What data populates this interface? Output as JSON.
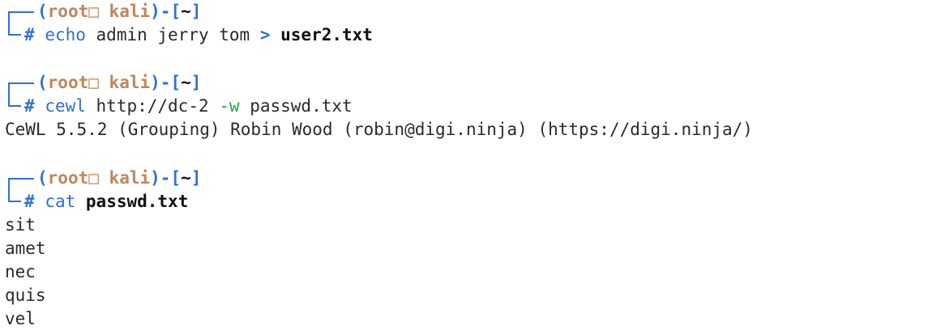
{
  "prompt": {
    "open_paren": "(",
    "user": "root",
    "glyph": "□",
    "host": "kali",
    "close_paren": ")",
    "dash": "-",
    "dir_open": "[",
    "dir": "~",
    "dir_close": "]",
    "symbol": "#"
  },
  "blocks": [
    {
      "cmd": "echo",
      "rest_plain": " admin jerry tom ",
      "redirect": ">",
      "target": "user2.txt"
    },
    {
      "cmd": "cewl",
      "url": " http://dc-2 ",
      "flag": "-w",
      "file": " passwd.txt",
      "output": "CeWL 5.5.2 (Grouping) Robin Wood (robin@digi.ninja) (https://digi.ninja/)"
    },
    {
      "cmd": "cat",
      "file": "passwd.txt",
      "output_lines": [
        "sit",
        "amet",
        "nec",
        "quis",
        "vel"
      ]
    }
  ],
  "colors": {
    "prompt_frame": "#2f6fd6",
    "user_host": "#c0865a",
    "command": "#2f6fd6",
    "flag": "#19a84e",
    "text": "#2a2a2a",
    "background": "#ffffff"
  }
}
